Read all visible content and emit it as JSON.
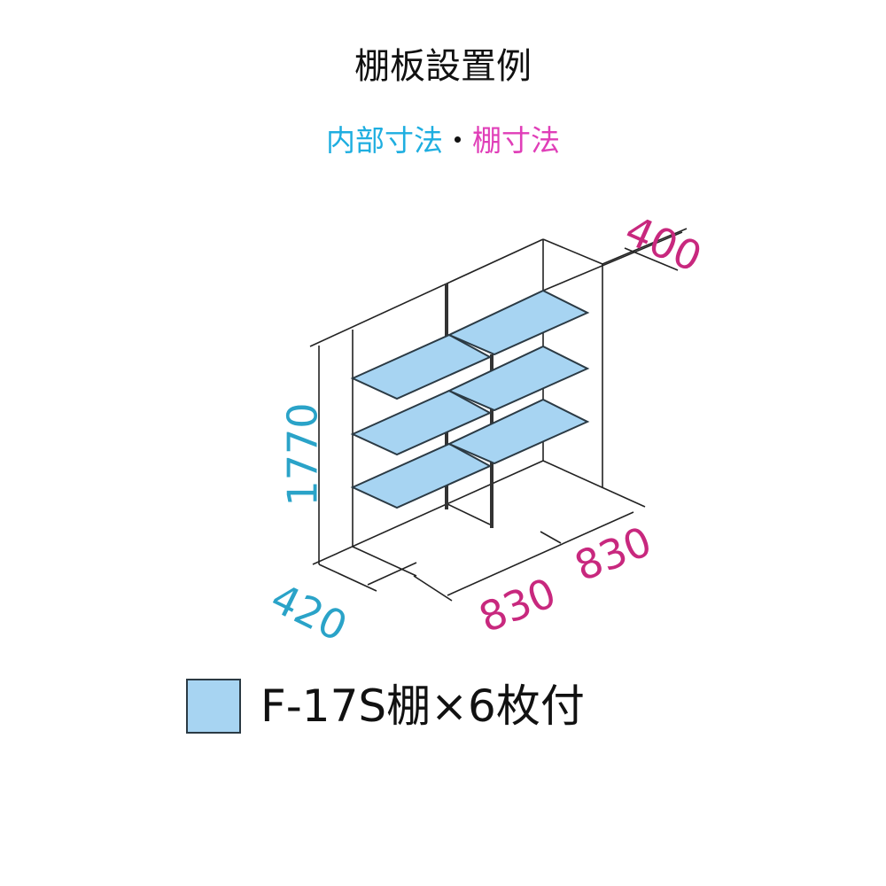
{
  "title": "棚板設置例",
  "subtitle": {
    "internal": "内部寸法",
    "separator": "・",
    "shelf": "棚寸法"
  },
  "dimensions": {
    "depth_shelf": "400",
    "height": "1770",
    "depth_internal": "420",
    "width_left": "830",
    "width_right": "830"
  },
  "legend": {
    "label": "F-17S棚×6枚付",
    "swatch_color": "#a7d4f2"
  },
  "colors": {
    "internal": "#2aa3c8",
    "shelf": "#c8287e",
    "shelf_fill": "#a7d4f2"
  }
}
